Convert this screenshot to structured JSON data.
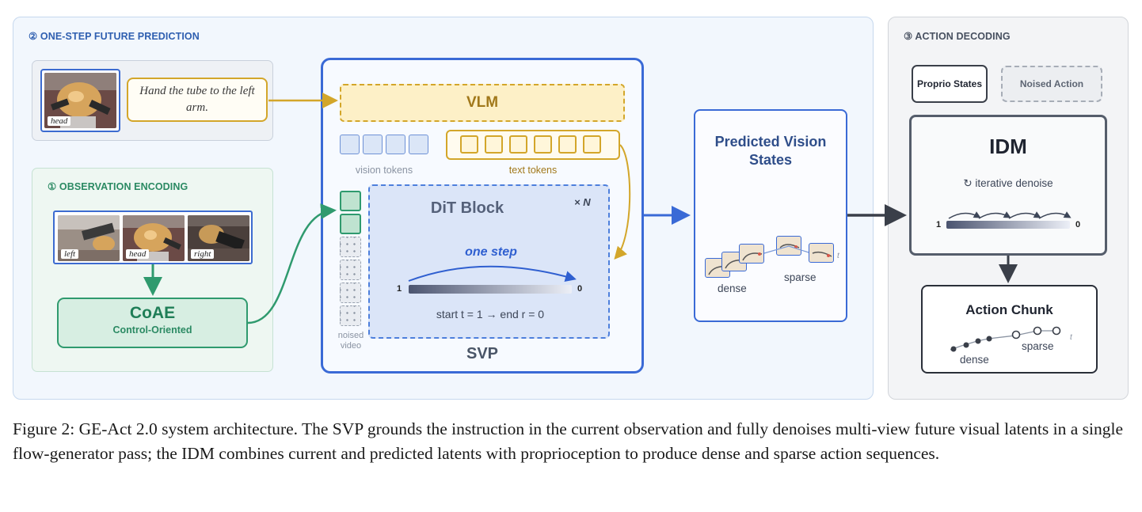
{
  "sections": {
    "one_step": "② ONE-STEP FUTURE PREDICTION",
    "observation": "① OBSERVATION ENCODING",
    "action": "③ ACTION DECODING"
  },
  "instruction": {
    "view_label": "head",
    "text": "Hand the tube to the left arm."
  },
  "observation": {
    "views": [
      "left",
      "head",
      "right"
    ]
  },
  "coae": {
    "title": "CoAE",
    "subtitle": "Control-Oriented"
  },
  "svp": {
    "label": "SVP",
    "vlm": "VLM",
    "vision_tokens": "vision tokens",
    "text_tokens": "text tokens",
    "noised_video": "noised video",
    "dit_title": "DiT Block",
    "repeat": "× N",
    "one_step": "one step",
    "scale_start": "1",
    "scale_end": "0",
    "schedule": "start t = 1 → end r = 0"
  },
  "predicted": {
    "title": "Predicted Vision States",
    "dense": "dense",
    "sparse": "sparse",
    "axis": "t"
  },
  "action": {
    "proprio": "Proprio States",
    "noised_action": "Noised Action",
    "idm_title": "IDM",
    "idm_sub": "↻ iterative denoise",
    "scale_start": "1",
    "scale_end": "0",
    "chunk_title": "Action Chunk",
    "dense": "dense",
    "sparse": "sparse",
    "axis": "t"
  },
  "caption": "Figure 2: GE-Act 2.0 system architecture. The SVP grounds the instruction in the current observation and fully denoises multi-view future visual latents in a single flow-generator pass; the IDM combines current and predicted latents with proprioception to produce dense and sparse action sequences.",
  "colors": {
    "blue": "#3a6ad6",
    "green": "#2f9a6e",
    "gold": "#d3a62a",
    "dark": "#3a3f49"
  }
}
